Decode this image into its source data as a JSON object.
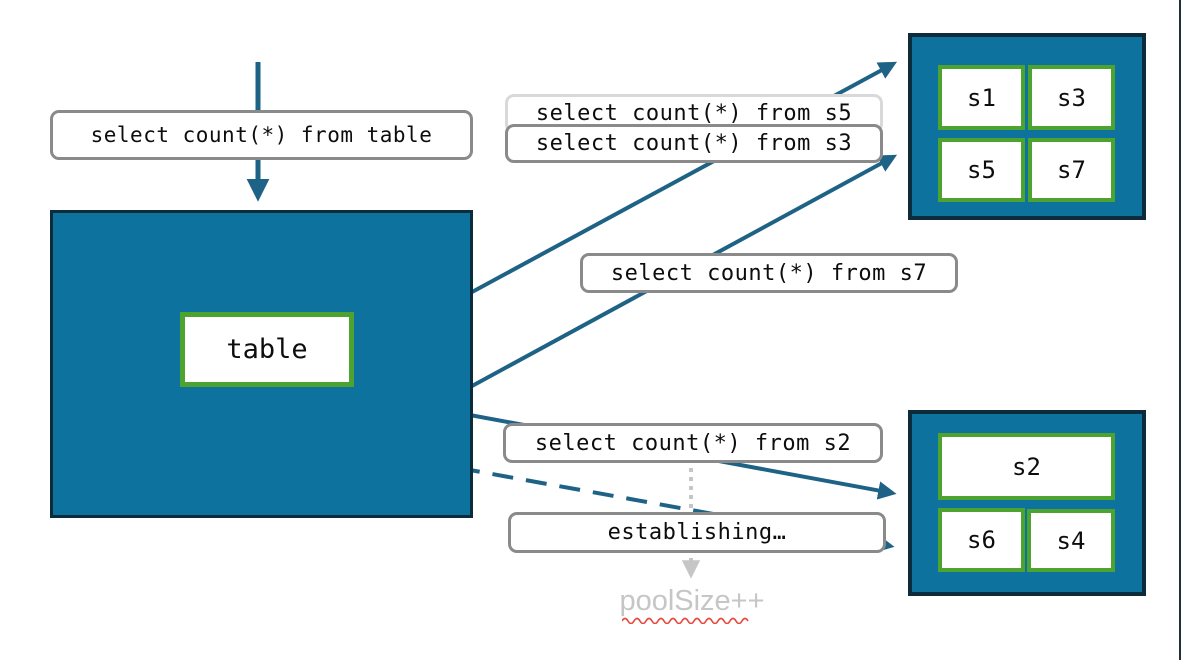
{
  "labels": {
    "query_table": "select count(*) from table",
    "query_s5": "select count(*) from s5",
    "query_s3": "select count(*) from s3",
    "query_s7": "select count(*) from s7",
    "query_s2": "select count(*) from s2",
    "establishing": "establishing…",
    "pool_size": "poolSize++"
  },
  "table_box": {
    "label": "table"
  },
  "shard_box_top": {
    "shards": [
      "s1",
      "s3",
      "s5",
      "s7"
    ]
  },
  "shard_box_bottom": {
    "shards": [
      "s2",
      "s6",
      "s4"
    ]
  },
  "colors": {
    "box_fill": "#0e729e",
    "box_border": "#0c2b3b",
    "shard_border": "#4da32f",
    "arrow": "#1e6385",
    "label_border": "#8a8a8a",
    "label_border_light": "#d9d9d9",
    "muted_text": "#c6c6c6",
    "squiggle": "#e8493f"
  }
}
